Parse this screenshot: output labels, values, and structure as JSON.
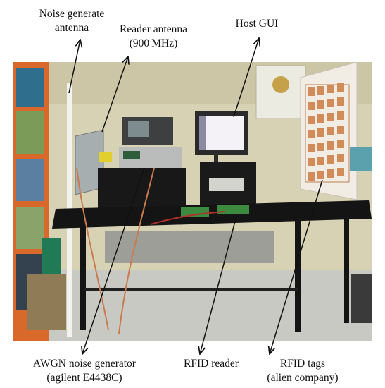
{
  "labels": {
    "noise_antenna": [
      "Noise generate",
      "antenna"
    ],
    "reader_antenna": [
      "Reader antenna",
      "(900 MHz)"
    ],
    "host_gui": [
      "Host GUI"
    ],
    "awgn": [
      "AWGN noise generator",
      "(agilent E4438C)"
    ],
    "rfid_reader": [
      "RFID reader"
    ],
    "rfid_tags": [
      "RFID tags",
      "(alien company)"
    ]
  },
  "colors": {
    "arrow": "#111111",
    "table": "#141414",
    "wall": "#d8d2b5",
    "floor": "#c9c9c3",
    "shelf": "#d9692a",
    "cable": "#c97a4e"
  }
}
